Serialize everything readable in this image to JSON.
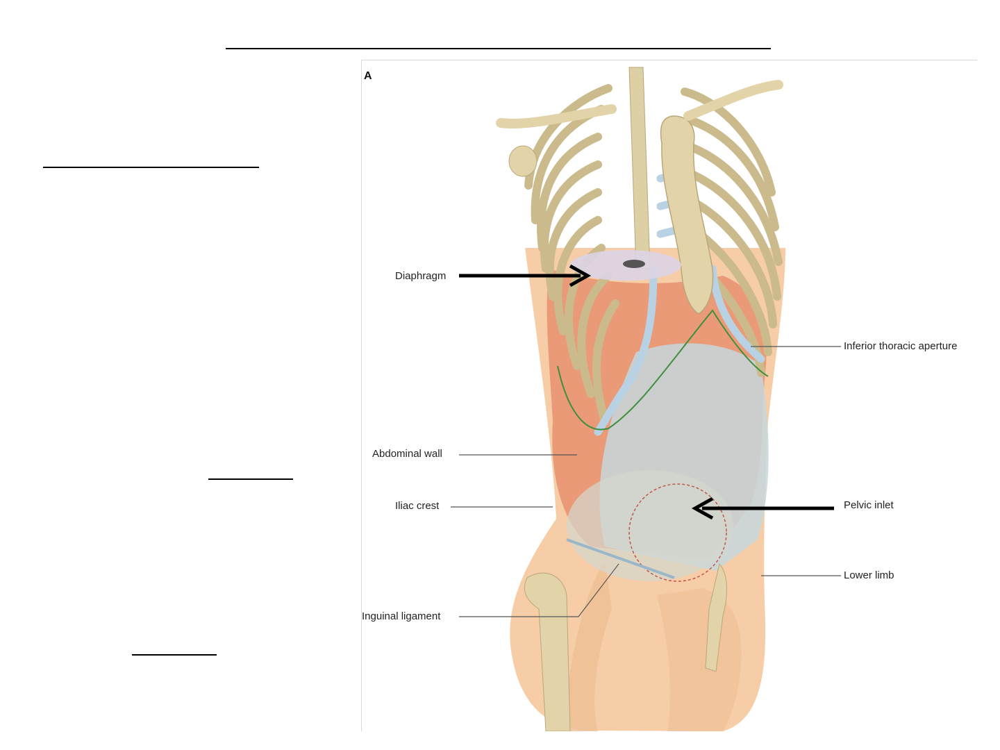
{
  "figure": {
    "panel_letter": "A",
    "labels": {
      "diaphragm": "Diaphragm",
      "inferior_thoracic_aperture": "Inferior thoracic aperture",
      "abdominal_wall": "Abdominal wall",
      "iliac_crest": "Iliac crest",
      "pelvic_inlet": "Pelvic inlet",
      "lower_limb": "Lower limb",
      "inguinal_ligament": "Inguinal ligament"
    }
  },
  "colors": {
    "skin": "#f6cda6",
    "bone": "#e2d3a8",
    "cartilage": "#b9d2e3",
    "muscle": "#e8906e",
    "aperture_outline": "#3f8f3f",
    "arrow": "#000000"
  }
}
